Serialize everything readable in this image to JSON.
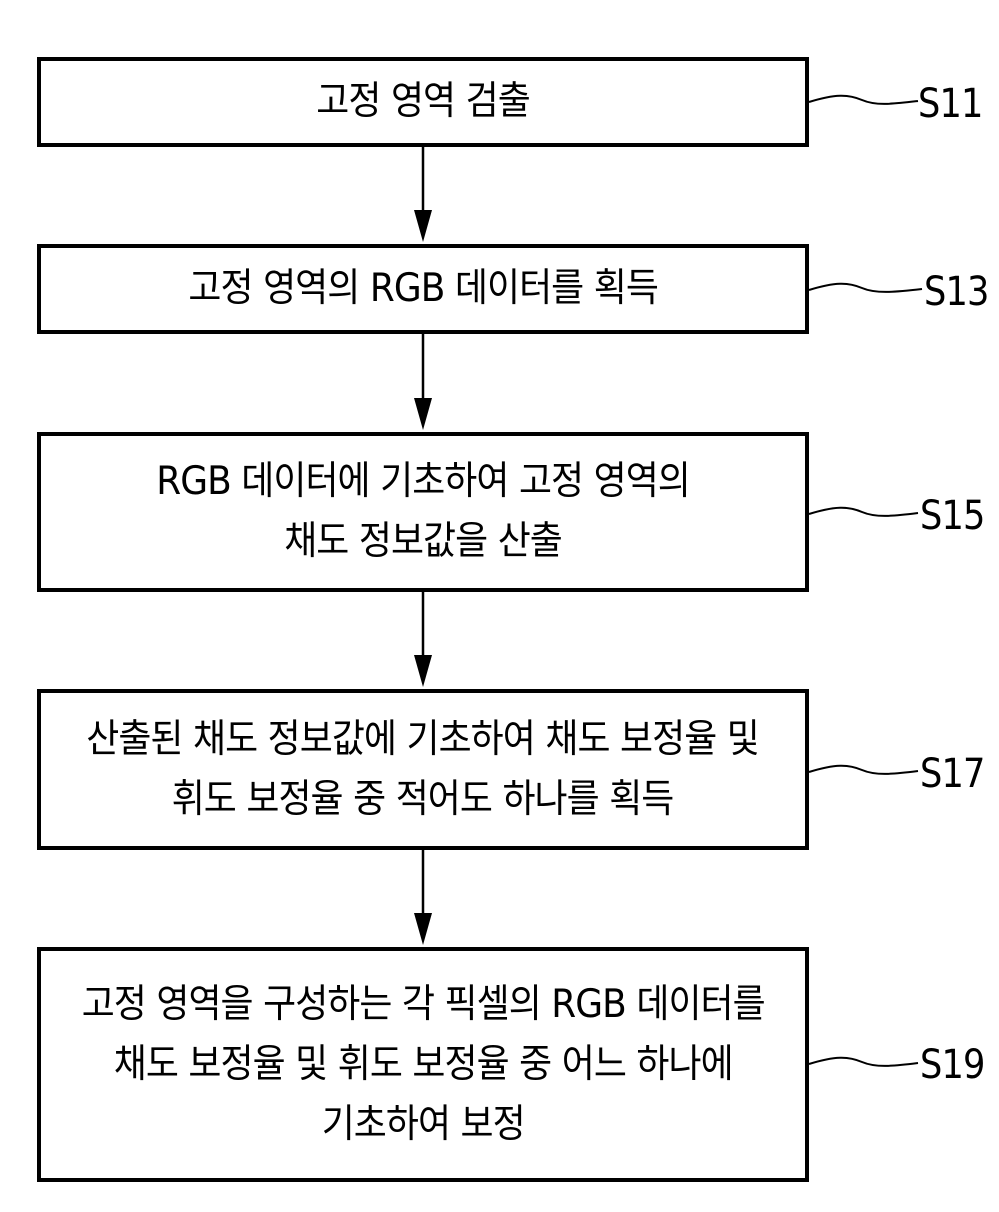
{
  "steps": [
    {
      "label": "S11",
      "text": "고정 영역 검출"
    },
    {
      "label": "S13",
      "text": "고정 영역의 RGB 데이터를 획득"
    },
    {
      "label": "S15",
      "text": "RGB 데이터에 기초하여 고정 영역의\n채도 정보값을 산출"
    },
    {
      "label": "S17",
      "text": "산출된 채도 정보값에 기초하여 채도 보정율 및\n휘도 보정율 중 적어도 하나를 획득"
    },
    {
      "label": "S19",
      "text": "고정 영역을 구성하는 각 픽셀의 RGB 데이터를\n채도 보정율 및 휘도 보정율 중 어느 하나에\n기초하여 보정"
    }
  ]
}
